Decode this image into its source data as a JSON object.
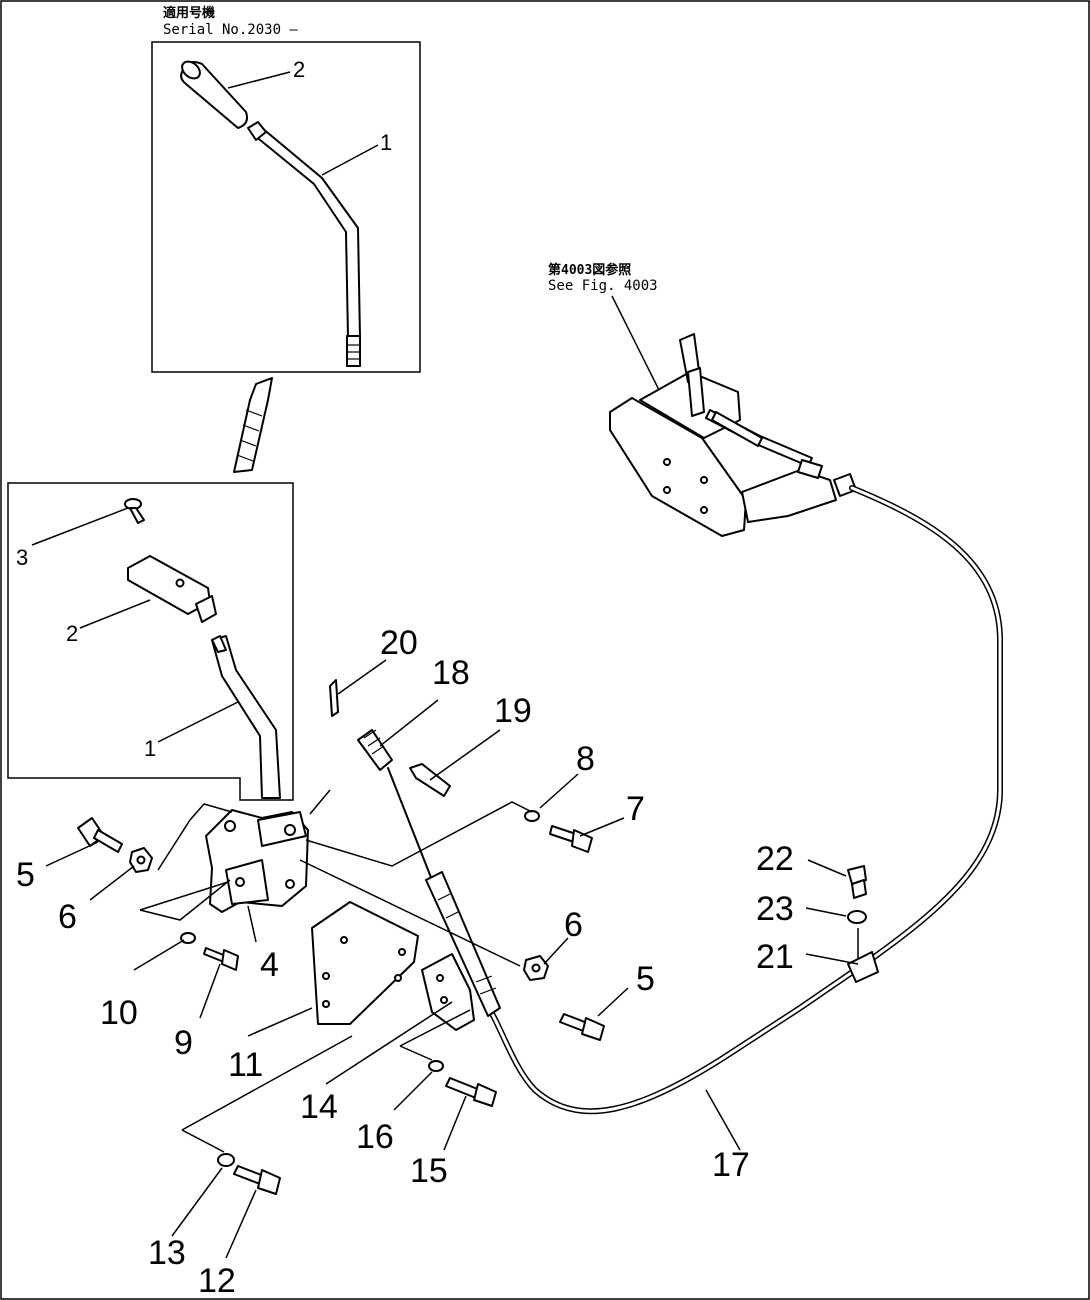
{
  "serial_note": {
    "japanese": "適用号機",
    "english": "Serial No.2030 –"
  },
  "reference_note": {
    "japanese": "第4003図参照",
    "english": "See Fig. 4003"
  },
  "inset_upper_labels": {
    "l1": "1",
    "l2": "2"
  },
  "inset_lower_labels": {
    "l1": "1",
    "l2": "2",
    "l3": "3"
  },
  "callouts": {
    "c4": "4",
    "c5a": "5",
    "c5b": "5",
    "c6a": "6",
    "c6b": "6",
    "c7": "7",
    "c8": "8",
    "c9": "9",
    "c10": "10",
    "c11": "11",
    "c12": "12",
    "c13": "13",
    "c14": "14",
    "c15": "15",
    "c16": "16",
    "c17": "17",
    "c18": "18",
    "c19": "19",
    "c20": "20",
    "c21": "21",
    "c22": "22",
    "c23": "23"
  }
}
